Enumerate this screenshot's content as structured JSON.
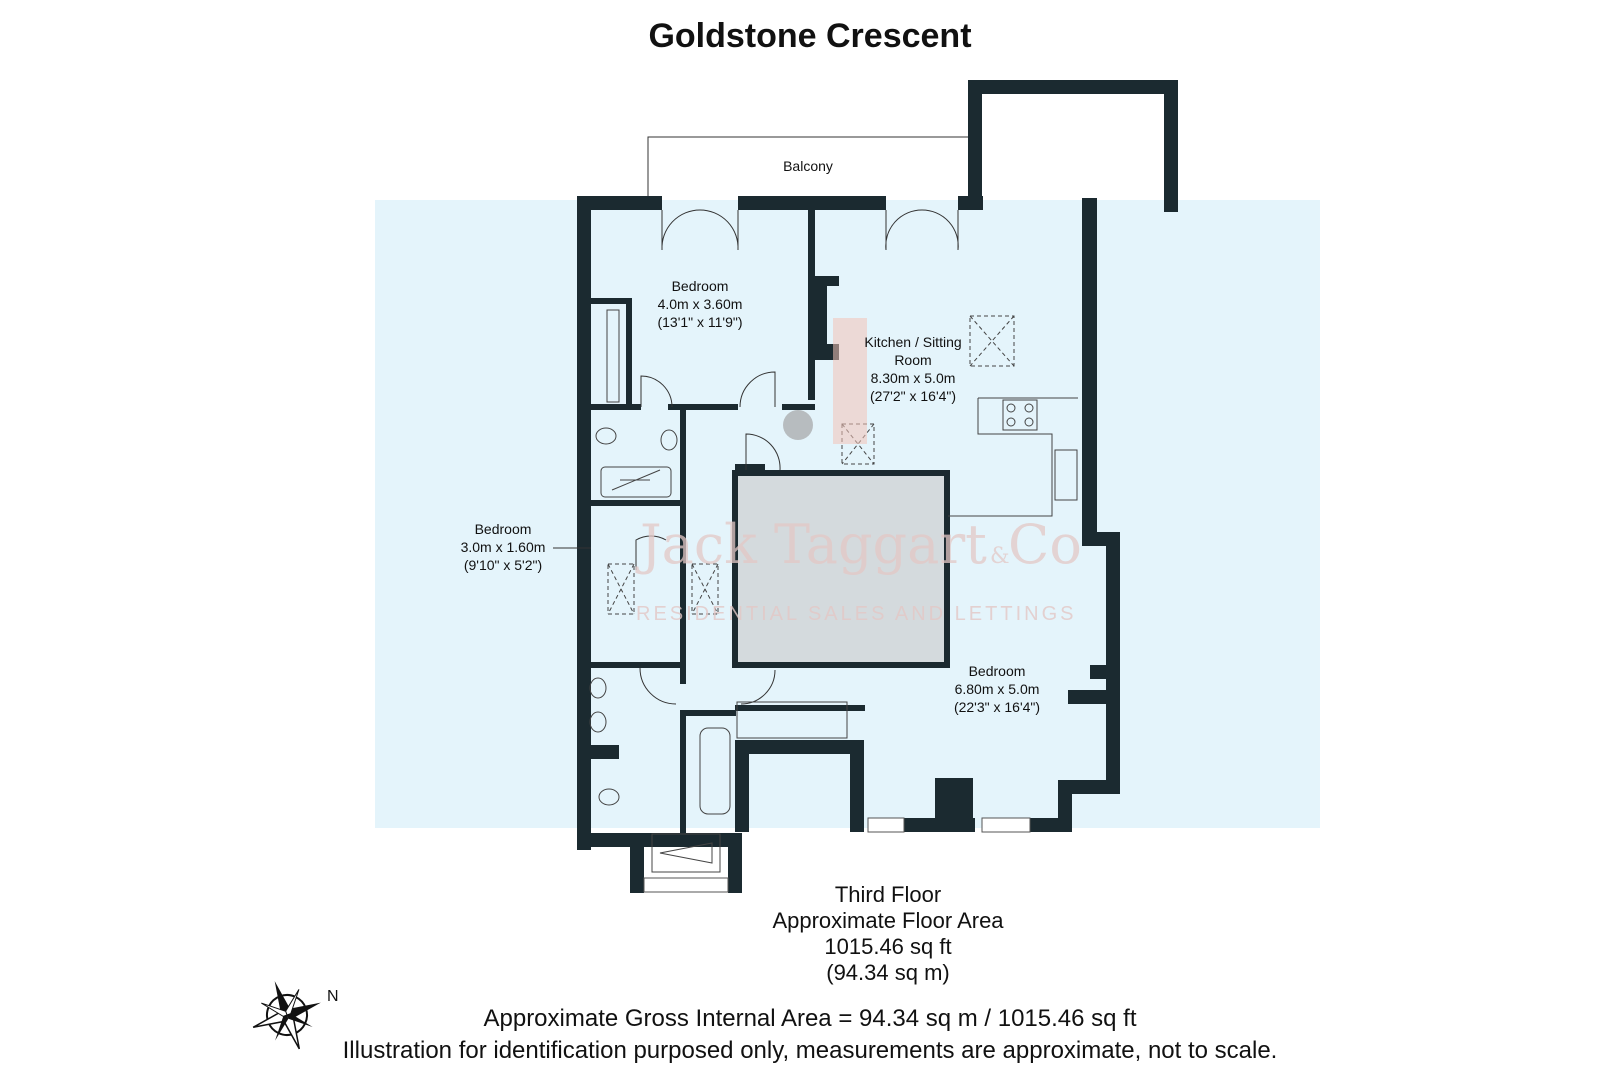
{
  "title": "Goldstone Crescent",
  "balcony": "Balcony",
  "rooms": [
    {
      "name": "Bedroom",
      "metric": "4.0m x 3.60m",
      "imperial": "(13'1\" x 11'9\")"
    },
    {
      "name": "Kitchen / Sitting",
      "name2": "Room",
      "metric": "8.30m x 5.0m",
      "imperial": "(27'2\" x 16'4\")"
    },
    {
      "name": "Bedroom",
      "metric": "3.0m x 1.60m",
      "imperial": "(9'10\" x 5'2\")"
    },
    {
      "name": "Bedroom",
      "metric": "6.80m x 5.0m",
      "imperial": "(22'3\" x 16'4\")"
    }
  ],
  "watermark": {
    "name": "Jack Taggart",
    "amp": "&",
    "name_end": "Co",
    "tagline": "RESIDENTIAL SALES AND LETTINGS"
  },
  "floor": {
    "name": "Third Floor",
    "area_label": "Approximate Floor Area",
    "sq_ft": "1015.46 sq ft",
    "sq_m": "(94.34 sq m)"
  },
  "gross_area": "Approximate Gross Internal Area = 94.34 sq m / 1015.46 sq ft",
  "disclaimer": "Illustration for identification purposed only, measurements are approximate, not to scale.",
  "compass": {
    "north_label": "N"
  },
  "colors": {
    "background_band": "#e4f4fb",
    "wall": "#1b2a30",
    "core": "#d4dadd",
    "watermark": "#e3c8c6"
  }
}
